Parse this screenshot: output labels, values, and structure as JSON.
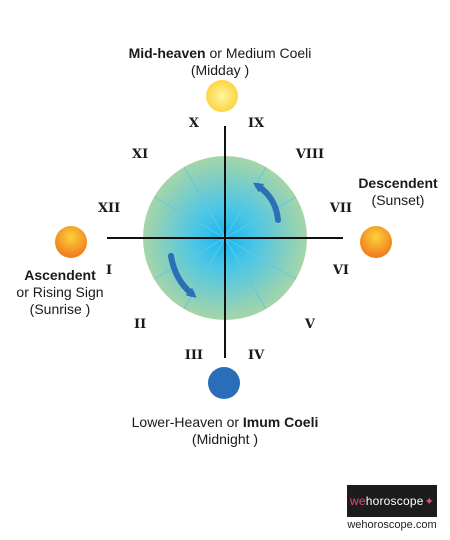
{
  "labels": {
    "midheaven": {
      "bold": "Mid-heaven",
      "rest": " or Medium Coeli",
      "sub": "(Midday )"
    },
    "descendent": {
      "bold": "Descendent",
      "sub": "(Sunset)"
    },
    "ascendent": {
      "bold": "Ascendent",
      "line2": "or Rising Sign",
      "sub": "(Sunrise )"
    },
    "lowerheaven": {
      "rest": "Lower-Heaven or ",
      "bold": "Imum Coeli",
      "sub": "(Midnight )"
    }
  },
  "houses": [
    "I",
    "II",
    "III",
    "IV",
    "V",
    "VI",
    "VII",
    "VIII",
    "IX",
    "X",
    "XI",
    "XII"
  ],
  "brand": {
    "prefix": "we",
    "name": "horoscope",
    "star": "✦",
    "url": "wehoroscope.com"
  },
  "colors": {
    "disc_outer": "#a6d5a8",
    "disc_inner": "#14b8ee",
    "sun_light": "#fcd23a",
    "sun_dark": "#f07f1d",
    "midnight": "#2a6db8",
    "arrow": "#2c6fb6"
  }
}
